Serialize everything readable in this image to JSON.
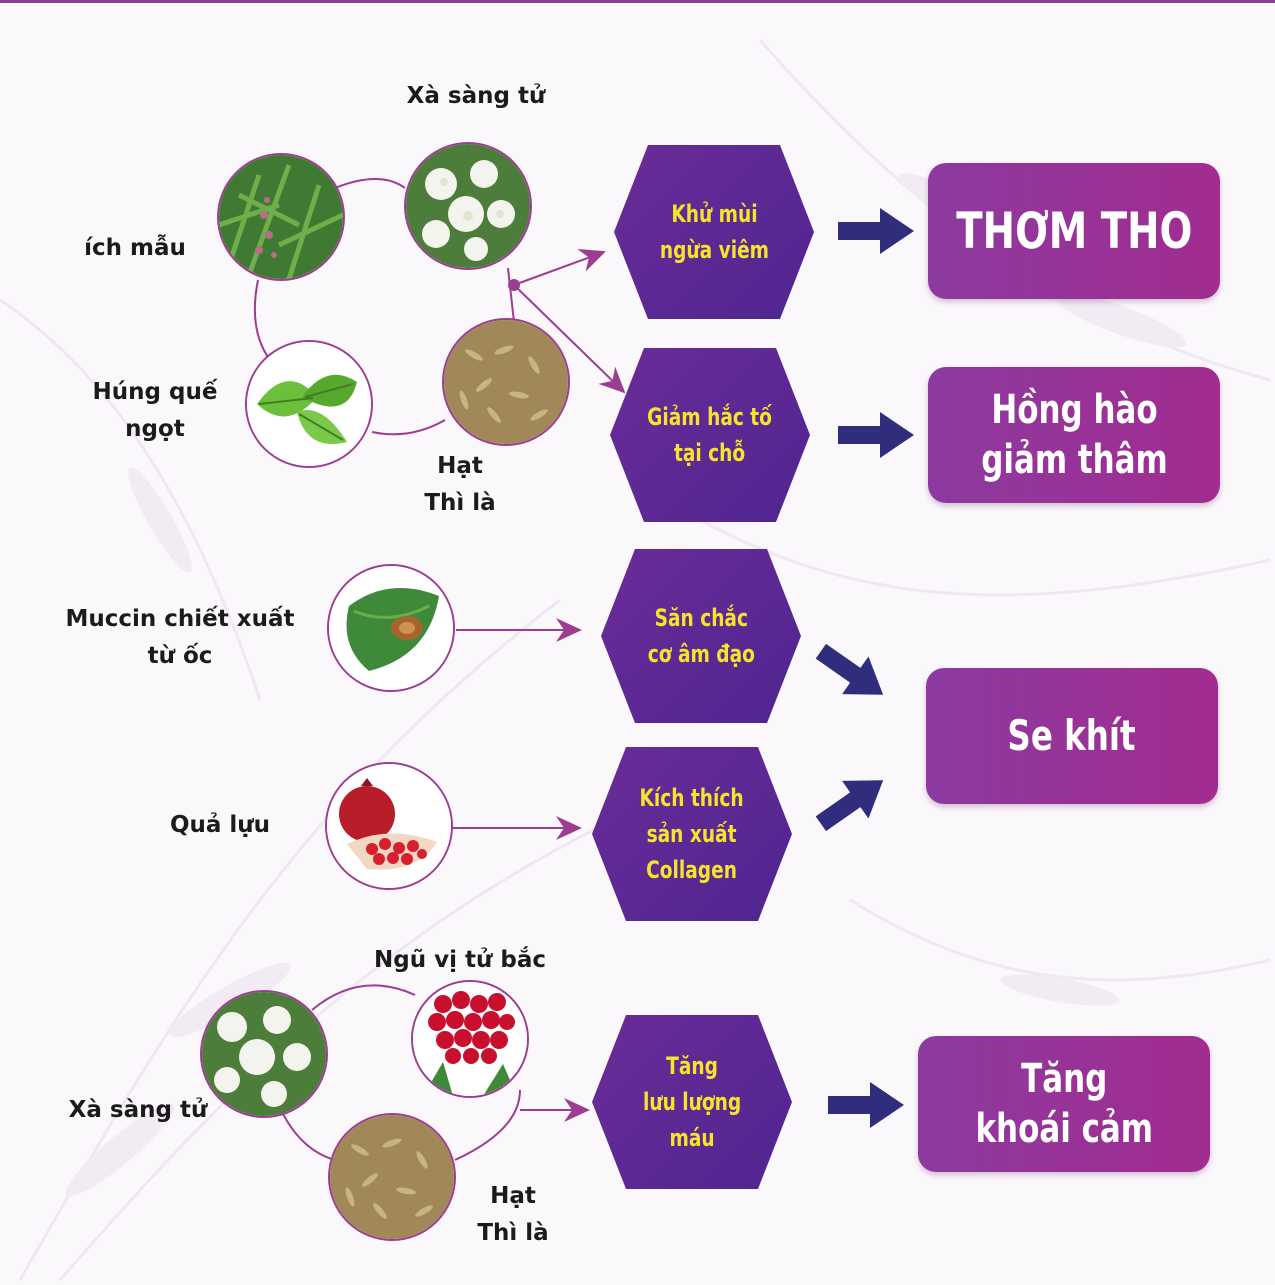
{
  "colors": {
    "hexagon": "#5a2893",
    "hexagon_text": "#f7e42a",
    "result_box": "#9b3599",
    "circle_border": "#9c3d92",
    "arrow": "#2f2d7c"
  },
  "group1": {
    "ingredients": {
      "ich_mau": "ích mẫu",
      "xa_sang_tu": "Xà sàng tử",
      "hung_que": "Húng quế\nngọt",
      "thi_la": "Hạt\nThì là"
    },
    "effects": {
      "khu_mui": "Khử mùi\nngừa viêm",
      "giam_hac_to": "Giảm hắc tố\ntại chỗ"
    },
    "results": {
      "thom_tho": "THƠM THO",
      "hong_hao": "Hồng hào\ngiảm thâm"
    }
  },
  "group2": {
    "ingredients": {
      "muccin": "Muccin chiết xuất\ntừ ốc",
      "qua_luu": "Quả lựu"
    },
    "effects": {
      "san_chac": "Săn chắc\ncơ âm đạo",
      "kich_thich": "Kích thích\nsản xuất\nCollagen"
    },
    "results": {
      "se_khit": "Se khít"
    }
  },
  "group3": {
    "ingredients": {
      "ngu_vi_tu": "Ngũ vị tử bắc",
      "xa_sang_tu": "Xà sàng tử",
      "thi_la": "Hạt\nThì là"
    },
    "effects": {
      "tang_luu_luong": "Tăng\nlưu lượng\nmáu"
    },
    "results": {
      "tang_khoai_cam": "Tăng\nkhoái cảm"
    }
  }
}
